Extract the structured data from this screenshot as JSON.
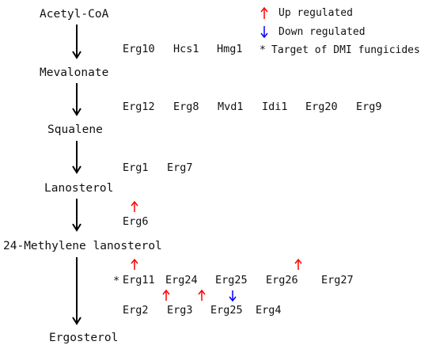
{
  "colors": {
    "up": "#ff0000",
    "down": "#0000ff",
    "pathway_arrow": "#000000",
    "text": "#111111"
  },
  "legend": {
    "up": {
      "symbol": "↑",
      "label": "Up regulated"
    },
    "down": {
      "symbol": "↓",
      "label": "Down regulated"
    },
    "target": {
      "symbol": "*",
      "label": "Target of DMI fungicides"
    }
  },
  "metabolites": [
    "Acetyl-CoA",
    "Mevalonate",
    "Squalene",
    "Lanosterol",
    "24-Methylene lanosterol",
    "Ergosterol"
  ],
  "step1_genes": [
    "Erg10",
    "Hcs1",
    "Hmg1"
  ],
  "step2_genes": [
    "Erg12",
    "Erg8",
    "Mvd1",
    "Idi1",
    "Erg20",
    "Erg9"
  ],
  "step3_genes": [
    "Erg1",
    "Erg7"
  ],
  "step4_genes": [
    {
      "name": "Erg6",
      "regulation": "up"
    }
  ],
  "step5_row1": [
    {
      "name": "Erg11",
      "regulation": "up",
      "dmi_target": true,
      "target_mark": "*"
    },
    {
      "name": "Erg24",
      "regulation": "none"
    },
    {
      "name": "Erg25",
      "regulation": "none"
    },
    {
      "name": "Erg26",
      "regulation": "up"
    },
    {
      "name": "Erg27",
      "regulation": "none"
    }
  ],
  "step5_row2": [
    {
      "name": "Erg2",
      "regulation": "none"
    },
    {
      "name": "Erg3",
      "regulation": "up"
    },
    {
      "name": "Erg25",
      "regulation": "down"
    },
    {
      "name": "Erg4",
      "regulation": "none"
    }
  ]
}
